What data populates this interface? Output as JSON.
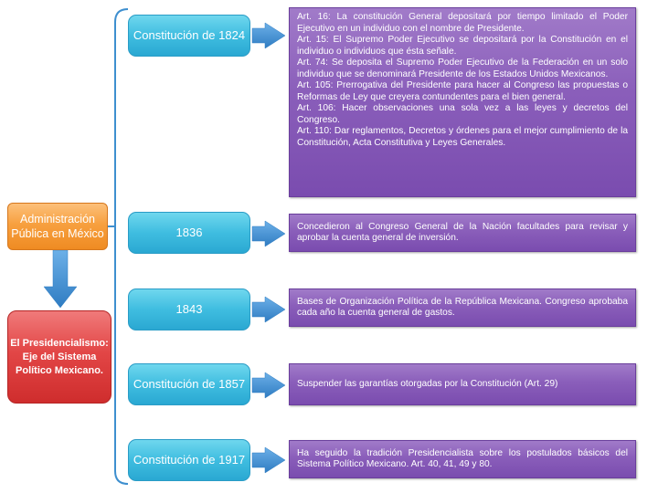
{
  "root": {
    "label": "Administración Pública en México"
  },
  "center": {
    "label": "El Presidencialismo: Eje del Sistema Político Mexicano."
  },
  "periods": [
    {
      "label": "Constitución de 1824",
      "details": [
        "Art. 16: La constitución General depositará por tiempo limitado el Poder Ejecutivo en un individuo con el nombre de Presidente.",
        "Art. 15: El Supremo Poder Ejecutivo se depositará por la Constitución en el individuo o individuos que ésta señale.",
        "Art. 74: Se deposita el Supremo Poder Ejecutivo de la Federación en un solo individuo que se denominará Presidente de los Estados Unidos Mexicanos.",
        "Art. 105: Prerrogativa del Presidente para hacer al Congreso las propuestas o Reformas de Ley que creyera contundentes para el bien general.",
        "Art. 106: Hacer observaciones una sola vez a las leyes y decretos del Congreso.",
        "Art. 110: Dar reglamentos, Decretos y órdenes para el mejor cumplimiento de la Constitución, Acta Constitutiva y Leyes Generales."
      ]
    },
    {
      "label": "1836",
      "details": [
        "Concedieron al Congreso General de la Nación facultades para revisar y aprobar la cuenta general de inversión."
      ]
    },
    {
      "label": "1843",
      "details": [
        "Bases de Organización Política de la República Mexicana. Congreso aprobaba cada año la cuenta general de gastos."
      ]
    },
    {
      "label": "Constitución de 1857",
      "details": [
        "Suspender las garantías otorgadas por la Constitución (Art. 29)"
      ]
    },
    {
      "label": "Constitución de 1917",
      "details": [
        "Ha seguido la tradición Presidencialista sobre los postulados básicos del Sistema Político Mexicano. Art. 40, 41, 49 y 80."
      ]
    }
  ],
  "colors": {
    "root": "#f39a3a",
    "center": "#e04444",
    "period": "#3fbde0",
    "detail": "#8a5eba",
    "connector": "#3e8fcf"
  }
}
